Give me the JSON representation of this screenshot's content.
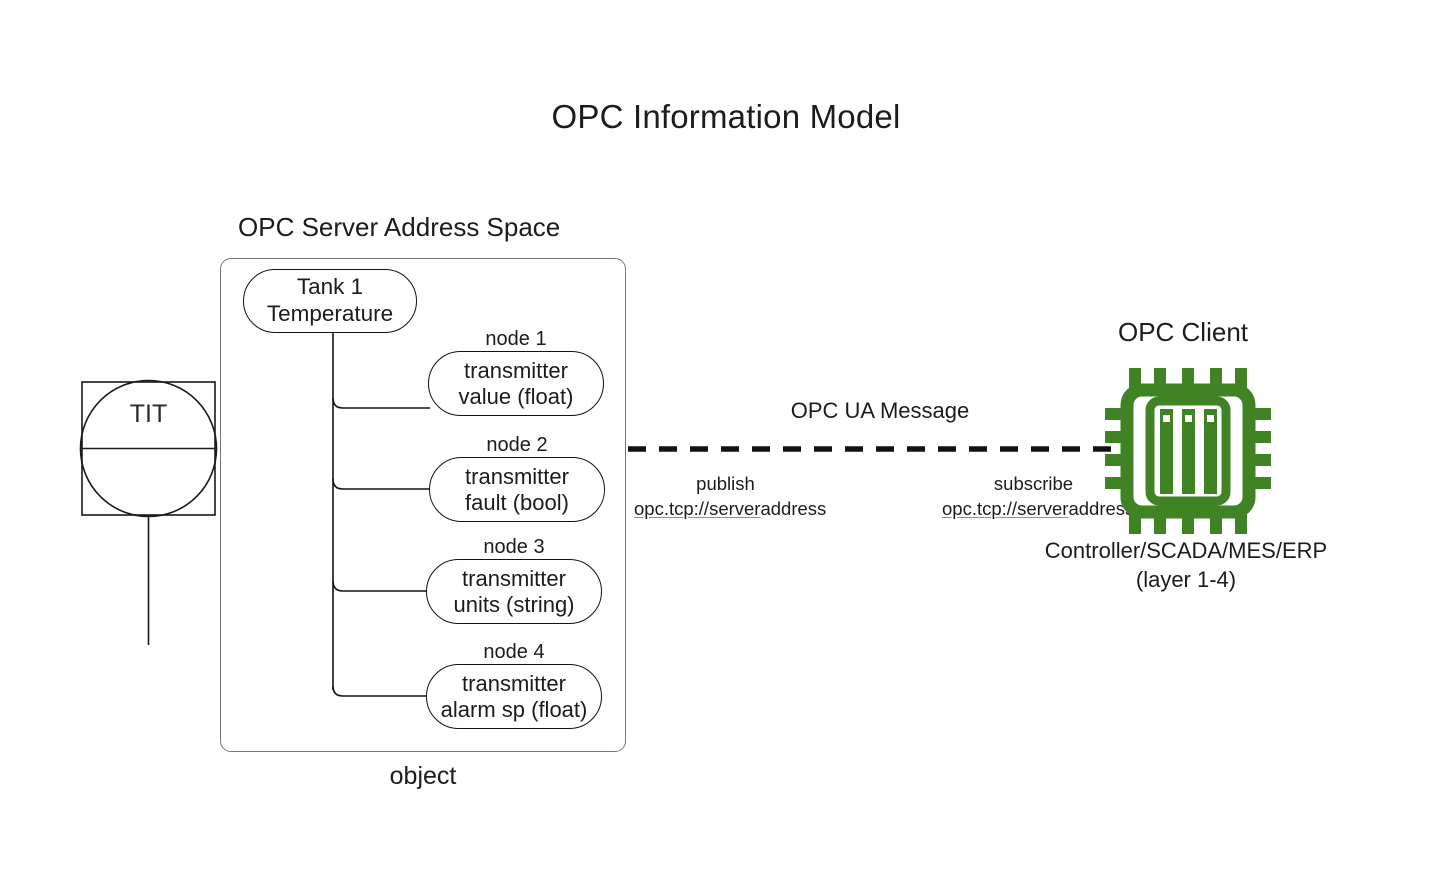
{
  "title": "OPC Information Model",
  "server": {
    "caption": "OPC Server Address Space",
    "object_caption": "object",
    "root_node": {
      "line1": "Tank 1",
      "line2": "Temperature"
    },
    "nodes": [
      {
        "caption": "node 1",
        "line1": "transmitter",
        "line2": "value (float)"
      },
      {
        "caption": "node 2",
        "line1": "transmitter",
        "line2": "fault (bool)"
      },
      {
        "caption": "node 3",
        "line1": "transmitter",
        "line2": "units (string)"
      },
      {
        "caption": "node 4",
        "line1": "transmitter",
        "line2": "alarm sp (float)"
      }
    ]
  },
  "field_device": {
    "tag": "TIT",
    "icon": "instrument-circle-in-square"
  },
  "link": {
    "title": "OPC UA Message",
    "style": "dashed",
    "publish": {
      "verb": "publish",
      "url_link": "opc.tcp://server",
      "url_suffix": "address"
    },
    "subscribe": {
      "verb": "subscribe",
      "url_link": "opc.tcp://server",
      "url_suffix": "address"
    }
  },
  "client": {
    "caption": "OPC Client",
    "icon": "cpu-chip-icon",
    "role_line1": "Controller/SCADA/MES/ERP",
    "role_line2": "(layer 1-4)"
  },
  "colors": {
    "chip_green": "#3f8324",
    "stroke_dark": "#121212",
    "stroke_gray": "#767676",
    "link_underline": "#8a8ad0",
    "background": "#ffffff"
  }
}
